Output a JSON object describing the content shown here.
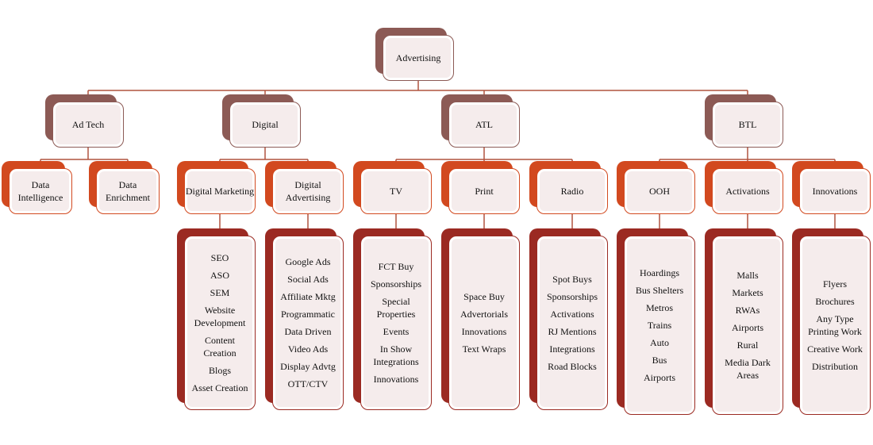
{
  "colors": {
    "root": "#8c5a55",
    "level1": "#8c5a55",
    "level2": "#d2491f",
    "leaf": "#9b2a22"
  },
  "root": {
    "label": "Advertising"
  },
  "categories": [
    {
      "label": "Ad Tech",
      "children": [
        {
          "label": "Data Intelligence"
        },
        {
          "label": "Data Enrichment"
        }
      ]
    },
    {
      "label": "Digital",
      "children": [
        {
          "label": "Digital Marketing",
          "items": [
            "SEO",
            "ASO",
            "SEM",
            "Website Development",
            "Content Creation",
            "Blogs",
            "Asset Creation"
          ]
        },
        {
          "label": "Digital Advertising",
          "items": [
            "Google Ads",
            "Social Ads",
            "Affiliate Mktg",
            "Programmatic",
            "Data Driven",
            "Video Ads",
            "Display Advtg",
            "OTT/CTV"
          ]
        }
      ]
    },
    {
      "label": "ATL",
      "children": [
        {
          "label": "TV",
          "items": [
            "FCT Buy",
            "Sponsorships",
            "Special Properties",
            "Events",
            "In Show Integrations",
            "Innovations"
          ]
        },
        {
          "label": "Print",
          "items": [
            "Space Buy",
            "Advertorials",
            "Innovations",
            "Text Wraps"
          ]
        },
        {
          "label": "Radio",
          "items": [
            "Spot Buys",
            "Sponsorships",
            "Activations",
            "RJ Mentions",
            "Integrations",
            "Road Blocks"
          ]
        }
      ]
    },
    {
      "label": "BTL",
      "children": [
        {
          "label": "OOH",
          "items": [
            "Hoardings",
            "Bus Shelters",
            "Metros",
            "Trains",
            "Auto",
            "Bus",
            "Airports"
          ]
        },
        {
          "label": "Activations",
          "items": [
            "Malls",
            "Markets",
            "RWAs",
            "Airports",
            "Rural",
            "Media Dark Areas"
          ]
        },
        {
          "label": "Innovations",
          "items": [
            "Flyers",
            "Brochures",
            "Any Type Printing Work",
            "Creative Work",
            "Distribution"
          ]
        }
      ]
    }
  ]
}
